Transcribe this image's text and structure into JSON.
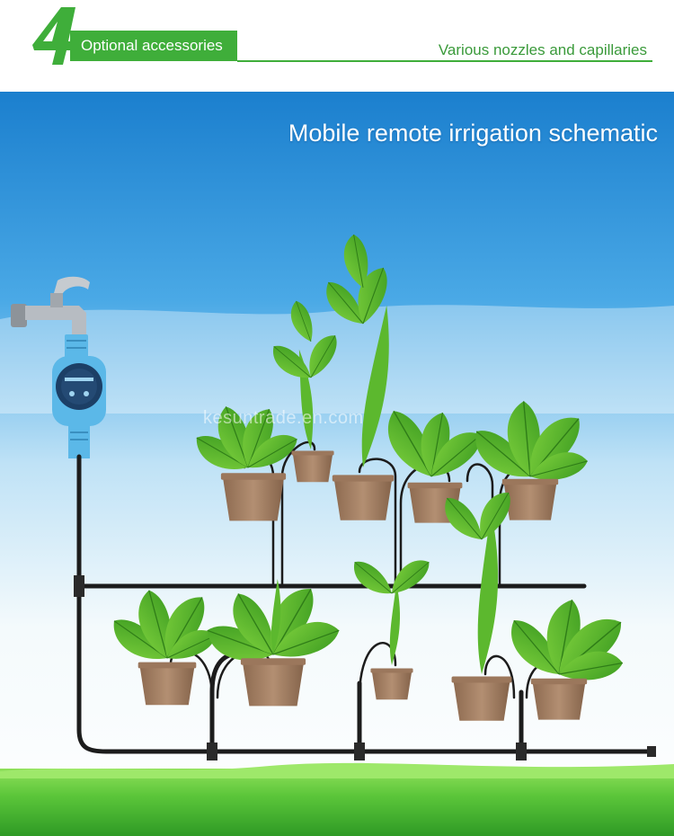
{
  "header": {
    "number": "4",
    "tab_label": "Optional accessories",
    "subtitle": "Various nozzles and capillaries"
  },
  "scene": {
    "title": "Mobile remote irrigation schematic",
    "watermark": "kesuntrade.en.com"
  },
  "colors": {
    "brand_green": "#3fae3a",
    "sky_top": "#1b7fce",
    "grass": "#5cc63a",
    "pot": "#a88468",
    "timer_blue": "#5bb8e8",
    "tube": "#1c1c1c"
  },
  "icons": [
    "faucet-icon",
    "timer-device-icon",
    "potted-plant-icon"
  ]
}
